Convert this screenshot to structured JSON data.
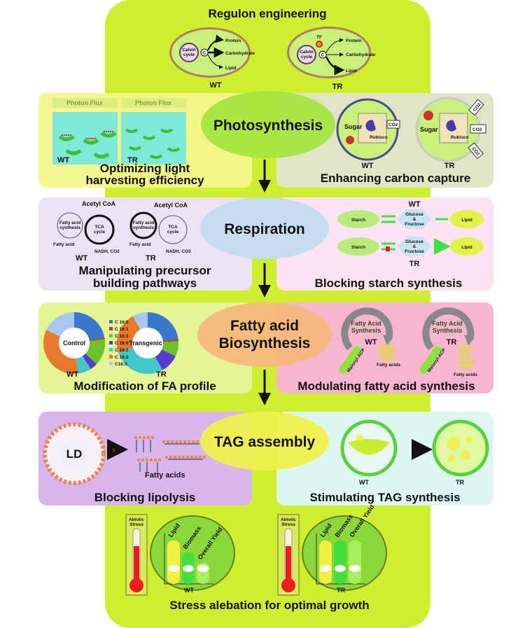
{
  "title": "Regulon engineering",
  "regulon": {
    "wt": {
      "label": "WT",
      "calvin": [
        "Calvin",
        "cycle"
      ],
      "node": "C",
      "outputs": [
        "Protein",
        "Carbohydrate",
        "Lipid"
      ]
    },
    "tr": {
      "label": "TR",
      "tf": "TF",
      "calvin": [
        "Calvin",
        "cycle"
      ],
      "node": "C",
      "outputs": [
        "Protein",
        "Carbohydrate",
        "Lipid"
      ]
    }
  },
  "hubs": {
    "photosynthesis": "Photosynthesis",
    "respiration": "Respiration",
    "fa_line1": "Fatty acid",
    "fa_line2": "Biosynthesis",
    "tag": "TAG assembly"
  },
  "panels": {
    "light": {
      "caption1": "Optimizing light",
      "caption2": "harvesting efficiency",
      "flux": "Photon Flux",
      "wt": "WT",
      "tr": "TR"
    },
    "carbon": {
      "caption": "Enhancing carbon capture",
      "sugar": "Sugar",
      "rubisco": "Rubisco",
      "co2": "CO2",
      "wt": "WT",
      "tr": "TR"
    },
    "precursor": {
      "caption1": "Manipulating precursor",
      "caption2": "building pathways",
      "acetyl": "Acetyl CoA",
      "fas": [
        "Fatty acid",
        "synthesis"
      ],
      "tca": [
        "TCA",
        "cycle"
      ],
      "fatty_acid": "Fatty acid",
      "nadh": "NADH, CO2",
      "wt": "WT",
      "tr": "TR"
    },
    "starch": {
      "caption": "Blocking starch synthesis",
      "starch": "Starch",
      "sugar": [
        "Glucose",
        "&",
        "Fructose"
      ],
      "lipid": "Lipid",
      "wt": "WT",
      "tr": "TR"
    },
    "fa_profile": {
      "caption": "Modification of FA profile",
      "control": "Control",
      "transgenic": "Transgenic",
      "wt": "WT",
      "tr": "TR",
      "legend": [
        "C 16:0",
        "C 16:1",
        "C 16:3",
        "C 18:0",
        "C 18:1",
        "C 18:2",
        "C18:3"
      ],
      "colors": [
        "#3a78d0",
        "#c83a1e",
        "#6cc028",
        "#5a3ad0",
        "#40c8c8",
        "#e8782a",
        "#a8c8f0"
      ],
      "control_values": [
        22,
        1,
        14,
        4,
        7,
        34,
        18
      ],
      "transgenic_values": [
        23,
        1,
        8,
        10,
        28,
        22,
        8
      ]
    },
    "fa_synthesis": {
      "caption": "Modulating fatty acid synthesis",
      "cycle": [
        "Fatty Acid",
        "Synthesis"
      ],
      "malonyl": "Malonyl-ACP",
      "fatty_acids": "Fatty acids",
      "wt": "WT",
      "tr": "TR"
    },
    "lipolysis": {
      "caption": "Blocking lipolysis",
      "ld": "LD",
      "fatty_acids": "Fatty acids"
    },
    "tag_synthesis": {
      "caption": "Stimulating TAG synthesis",
      "wt": "WT",
      "tr": "TR"
    },
    "stress": {
      "caption": "Stress alebation for optimal growth",
      "thermo": [
        "Abiotic",
        "Stress"
      ],
      "bars": [
        "Lipid",
        "Biomass",
        "Overall",
        "Yield"
      ],
      "wt": "WT",
      "tr": "TR"
    }
  }
}
